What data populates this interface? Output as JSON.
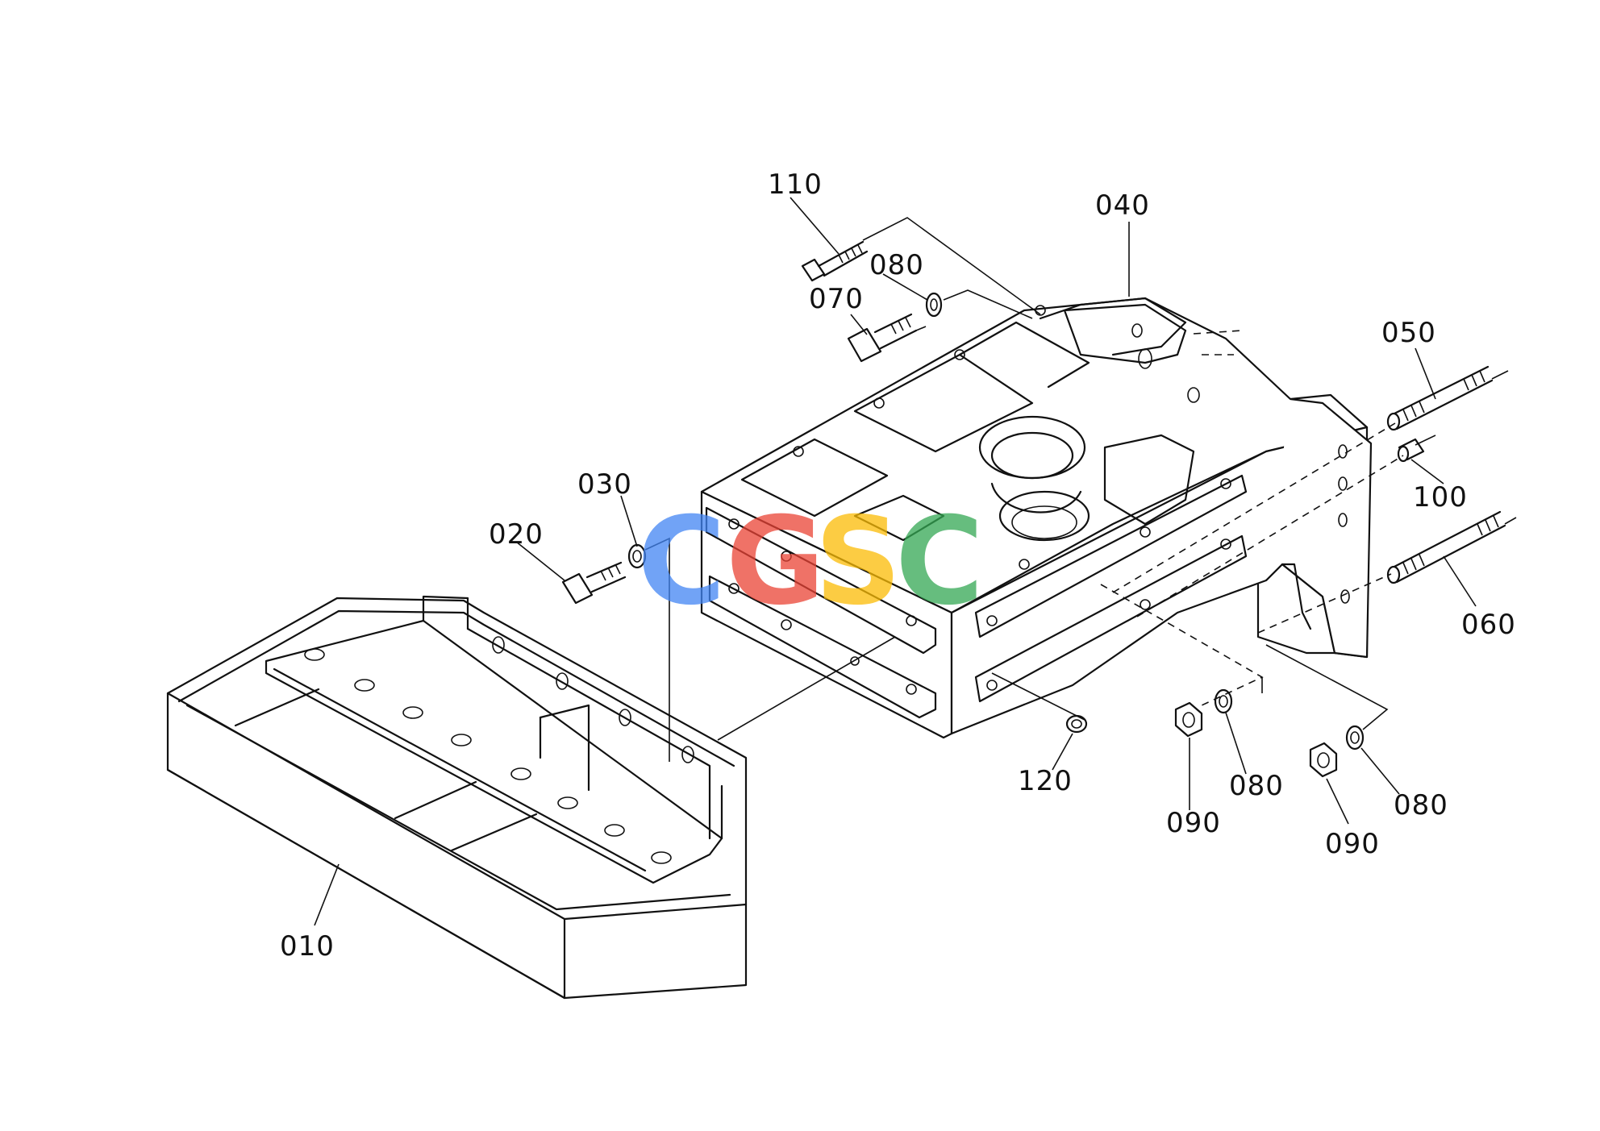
{
  "diagram": {
    "watermark": {
      "text": "CGSC",
      "letters": [
        {
          "char": "C",
          "color": "#4285f4"
        },
        {
          "char": "G",
          "color": "#ea4335"
        },
        {
          "char": "S",
          "color": "#fbbc05"
        },
        {
          "char": "C",
          "color": "#34a853"
        }
      ]
    },
    "parts": {
      "p010": "010",
      "p020": "020",
      "p030": "030",
      "p040": "040",
      "p050": "050",
      "p060": "060",
      "p070": "070",
      "p080a": "080",
      "p080b": "080",
      "p080c": "080",
      "p090a": "090",
      "p090b": "090",
      "p100": "100",
      "p110": "110",
      "p120": "120"
    }
  }
}
